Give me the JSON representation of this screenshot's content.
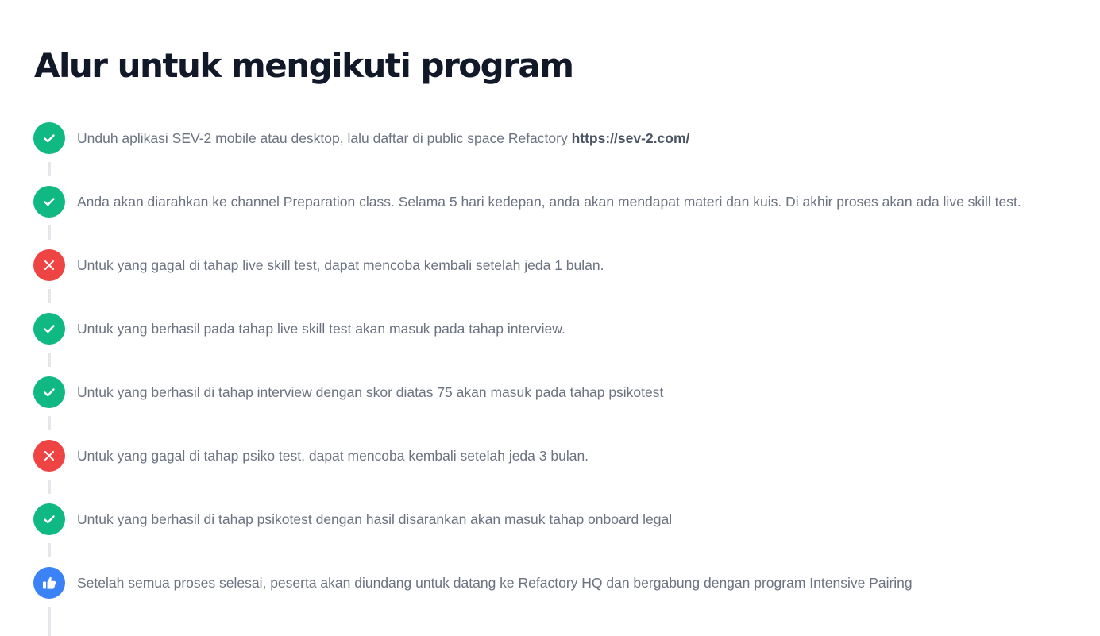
{
  "page": {
    "title": "Alur untuk mengikuti program"
  },
  "colors": {
    "success": "#10b981",
    "failed": "#ef4444",
    "final": "#3b82f6",
    "connector": "#e5e7eb",
    "title": "#111827",
    "text": "#6b7280"
  },
  "steps": [
    {
      "status": "success",
      "icon": "check-icon",
      "text": "Unduh aplikasi SEV-2 mobile atau desktop, lalu daftar di public space Refactory ",
      "link": "https://sev-2.com/"
    },
    {
      "status": "success",
      "icon": "check-icon",
      "text": "Anda akan diarahkan ke channel Preparation class. Selama 5 hari kedepan, anda akan mendapat materi dan kuis. Di akhir proses akan ada live skill test."
    },
    {
      "status": "failed",
      "icon": "x-icon",
      "text": "Untuk yang gagal di tahap live skill test, dapat mencoba kembali setelah jeda 1 bulan."
    },
    {
      "status": "success",
      "icon": "check-icon",
      "text": "Untuk yang berhasil pada tahap live skill test akan masuk pada tahap interview."
    },
    {
      "status": "success",
      "icon": "check-icon",
      "text": "Untuk yang berhasil di tahap interview dengan skor diatas 75 akan masuk pada tahap psikotest"
    },
    {
      "status": "failed",
      "icon": "x-icon",
      "text": "Untuk yang gagal di tahap psiko test, dapat mencoba kembali setelah jeda 3 bulan."
    },
    {
      "status": "success",
      "icon": "check-icon",
      "text": "Untuk yang berhasil di tahap psikotest dengan hasil disarankan akan masuk tahap onboard legal"
    },
    {
      "status": "final",
      "icon": "thumbs-up-icon",
      "text": "Setelah semua proses selesai, peserta akan diundang untuk datang ke Refactory HQ dan bergabung dengan program Intensive Pairing"
    }
  ]
}
